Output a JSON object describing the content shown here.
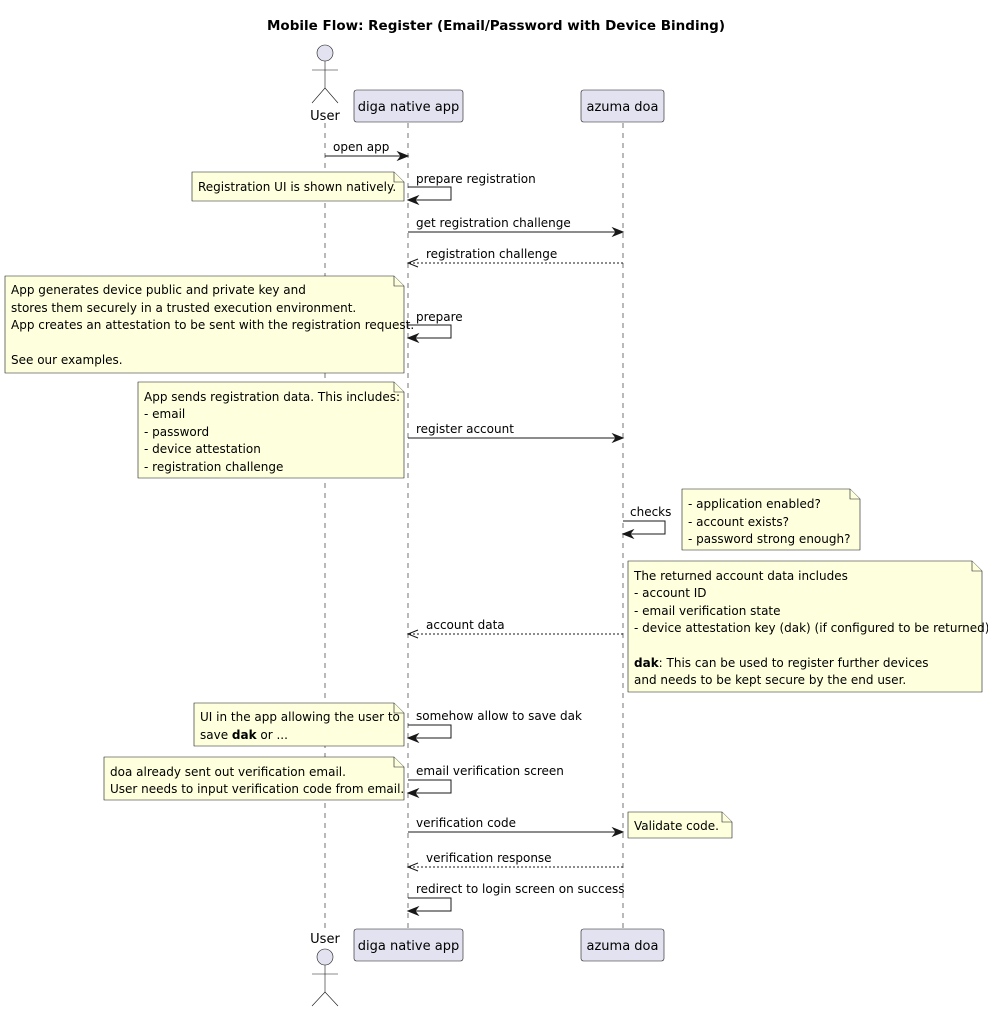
{
  "title": "Mobile Flow: Register (Email/Password with Device Binding)",
  "participants": {
    "user": "User",
    "app": "diga native app",
    "doa": "azuma doa"
  },
  "messages": {
    "m1": "open app",
    "m2": "prepare registration",
    "m3": "get registration challenge",
    "m4": "registration challenge",
    "m5": "prepare",
    "m6": "register account",
    "m7": "checks",
    "m8": "account data",
    "m9": "somehow allow to save dak",
    "m10": "email verification screen",
    "m11": "verification code",
    "m12": "verification response",
    "m13": "redirect to login screen on success"
  },
  "notes": {
    "n1": {
      "l1": "Registration UI is shown natively."
    },
    "n2": {
      "l1": "App generates device public and private key and",
      "l2": "stores them securely in a trusted execution environment.",
      "l3": "App creates an attestation to be sent with the registration request.",
      "l4": "See our examples."
    },
    "n3": {
      "l1": "App sends registration data. This includes:",
      "l2": "- email",
      "l3": "- password",
      "l4": "- device attestation",
      "l5": "- registration challenge"
    },
    "n4": {
      "l1": "- application enabled?",
      "l2": "- account exists?",
      "l3": "- password strong enough?"
    },
    "n5": {
      "l1": "The returned account data includes",
      "l2": "- account ID",
      "l3": "- email verification state",
      "l4": "- device attestation key (dak) (if configured to be returned)",
      "l5_bold": "dak",
      "l5_rest": ": This can be used to register further devices",
      "l6": "and needs to be kept secure by the end user."
    },
    "n6": {
      "l1": "UI in the app allowing the user to",
      "l2_pre": "save ",
      "l2_bold": "dak",
      "l2_post": " or ..."
    },
    "n7": {
      "l1": "doa already sent out verification email.",
      "l2": "User needs to input verification code from email."
    },
    "n8": {
      "l1": "Validate code."
    }
  },
  "colors": {
    "participant_fill": "#E2E2F0",
    "note_fill": "#FEFFDD",
    "line": "#181818"
  }
}
